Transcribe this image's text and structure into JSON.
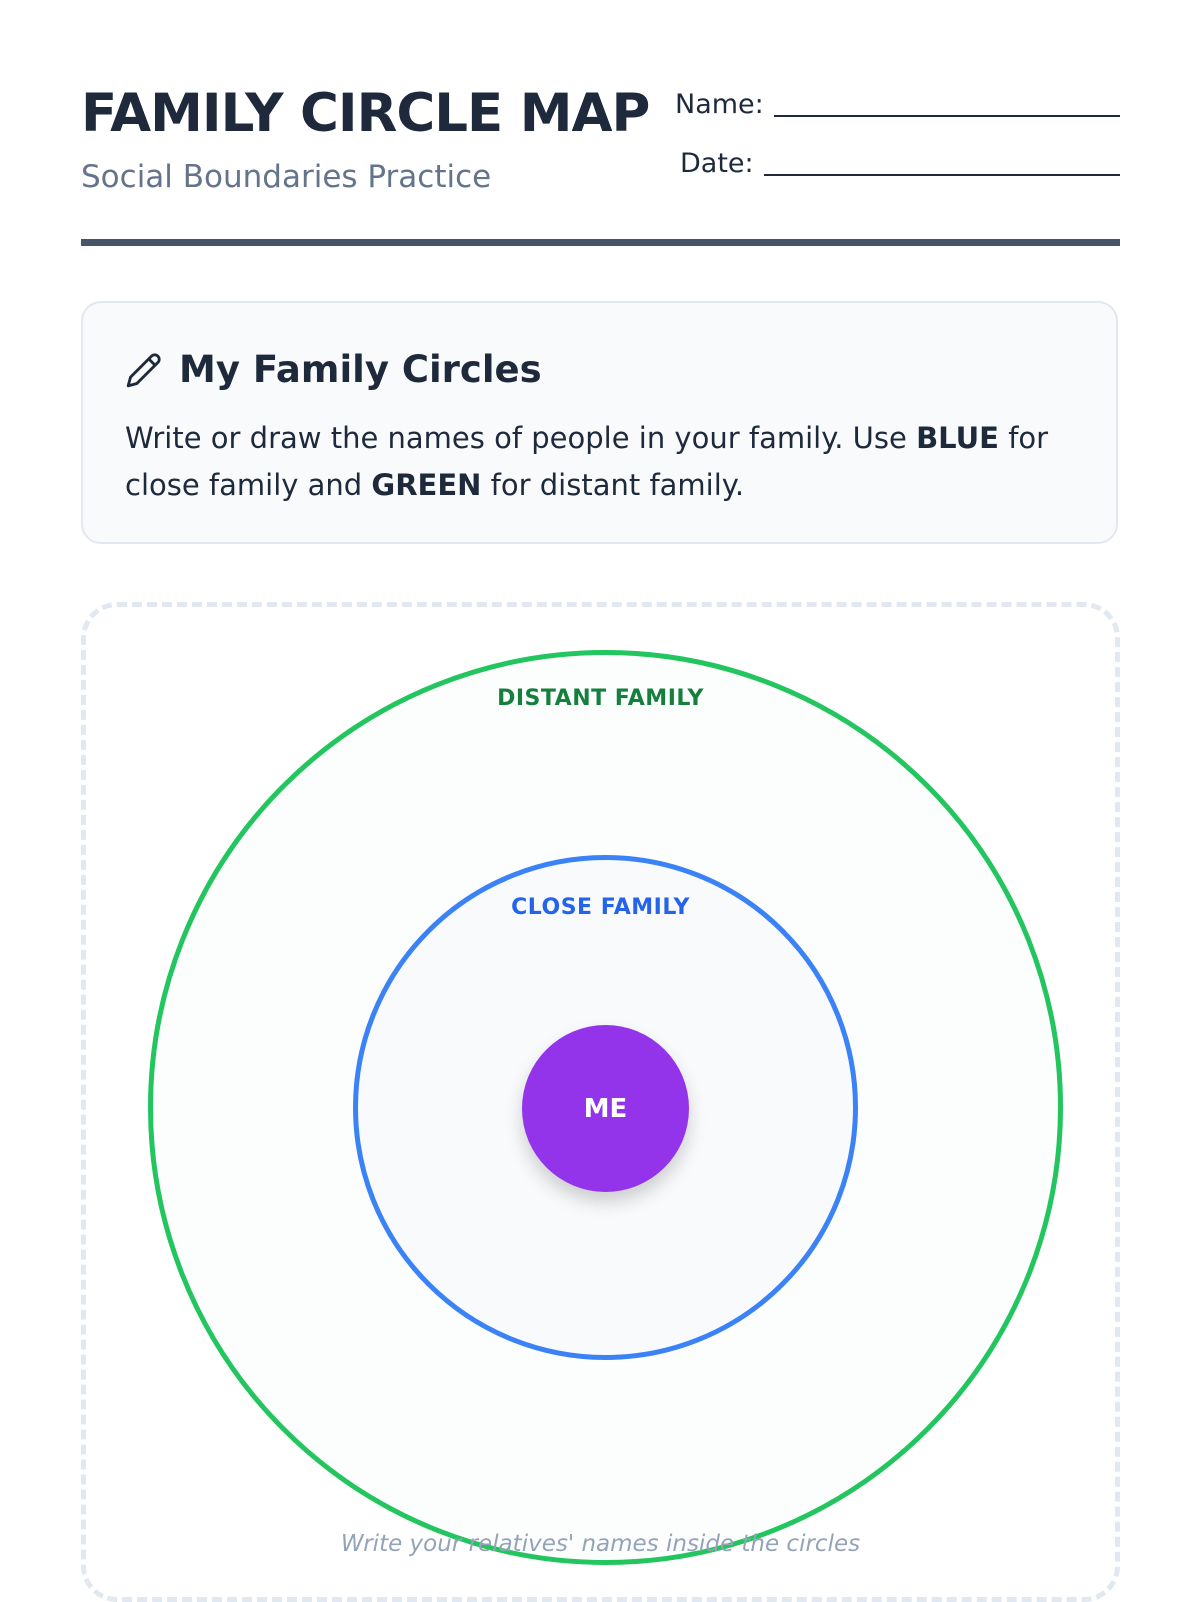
{
  "header": {
    "title": "FAMILY CIRCLE MAP",
    "subtitle": "Social Boundaries Practice",
    "name_label": "Name:",
    "date_label": "Date:"
  },
  "instructions": {
    "icon": "pencil-icon",
    "heading": "My Family Circles",
    "text_part1": "Write or draw the names of people in your family. Use ",
    "blue_word": "BLUE",
    "text_part2": " for close family and ",
    "green_word": "GREEN",
    "text_part3": " for distant family."
  },
  "diagram": {
    "outer_label": "DISTANT FAMILY",
    "inner_label": "CLOSE FAMILY",
    "center_label": "ME",
    "hint": "Write your relatives' names inside the circles"
  },
  "colors": {
    "distant": "#22c55e",
    "close": "#3b82f6",
    "me": "#9333ea",
    "rule": "#475569"
  }
}
